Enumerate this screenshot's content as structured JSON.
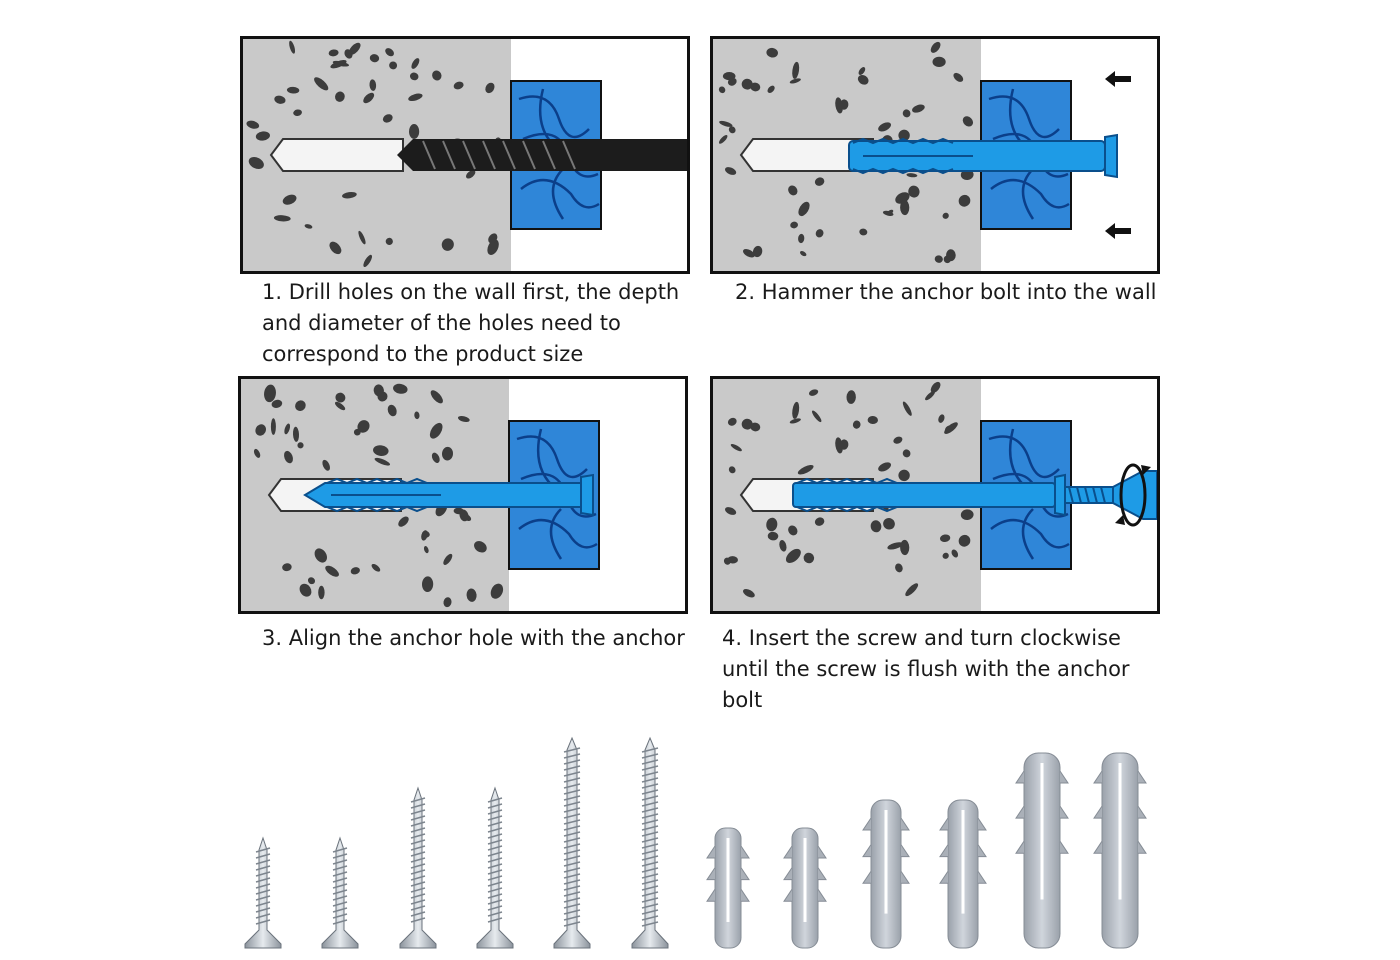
{
  "steps": [
    {
      "caption": "1. Drill holes on the wall first, the depth and diameter of the holes need to correspond to the product size"
    },
    {
      "caption": "2. Hammer the anchor bolt into the wall"
    },
    {
      "caption": "3. Align the anchor hole with the anchor"
    },
    {
      "caption": "4. Insert the screw and turn clockwise until the screw is flush with the anchor bolt"
    }
  ],
  "colors": {
    "concrete": "#c9c9c9",
    "aggregate": "#3c3c3c",
    "wood_block": "#2f86d8",
    "anchor": "#1e9be6",
    "drill_bit": "#1c1c1c",
    "frame": "#111111",
    "metal": "#b5bcc4",
    "plastic": "#b3b9c2"
  },
  "icons": {
    "hammer_direction": "arrow-left-icon",
    "screw_rotation": "clockwise-rotation-icon"
  },
  "parts": {
    "screws": 6,
    "wall_plugs": 6
  }
}
